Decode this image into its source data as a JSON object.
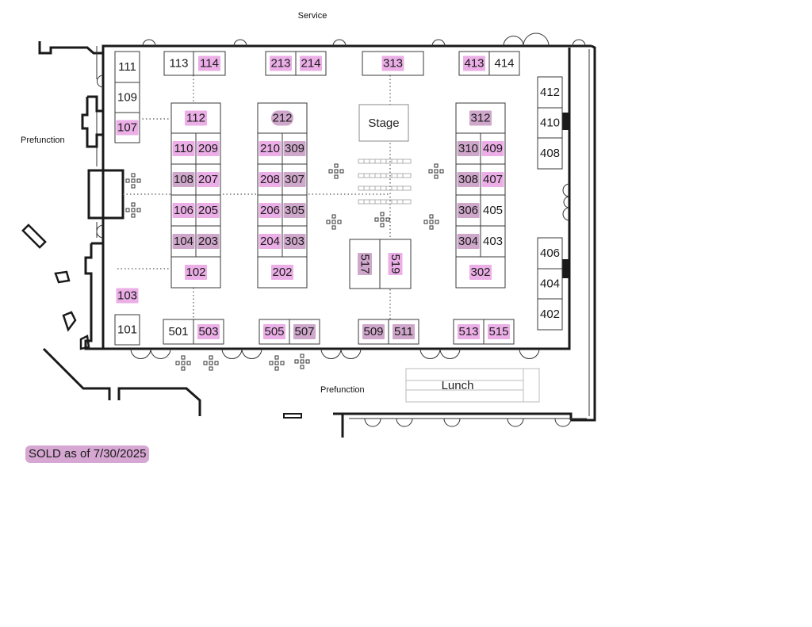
{
  "labels": {
    "service": "Service",
    "prefunction_left": "Prefunction",
    "prefunction_bottom": "Prefunction",
    "stage": "Stage",
    "lunch": "Lunch",
    "legend": "SOLD as of 7/30/2025"
  },
  "colors": {
    "sold_bright": "#ebaee6",
    "sold_muted": "#cfa7cb",
    "wall": "#1a1a1a"
  },
  "booths": [
    {
      "id": "111",
      "sold": ""
    },
    {
      "id": "109",
      "sold": ""
    },
    {
      "id": "107",
      "sold": "bright"
    },
    {
      "id": "103",
      "sold": "bright"
    },
    {
      "id": "101",
      "sold": ""
    },
    {
      "id": "113",
      "sold": ""
    },
    {
      "id": "114",
      "sold": "bright"
    },
    {
      "id": "213",
      "sold": "bright"
    },
    {
      "id": "214",
      "sold": "bright"
    },
    {
      "id": "313",
      "sold": "bright"
    },
    {
      "id": "413",
      "sold": "bright"
    },
    {
      "id": "414",
      "sold": ""
    },
    {
      "id": "112",
      "sold": "bright"
    },
    {
      "id": "110",
      "sold": "bright"
    },
    {
      "id": "209",
      "sold": "bright"
    },
    {
      "id": "108",
      "sold": "muted"
    },
    {
      "id": "207",
      "sold": "bright"
    },
    {
      "id": "106",
      "sold": "bright"
    },
    {
      "id": "205",
      "sold": "bright"
    },
    {
      "id": "104",
      "sold": "muted"
    },
    {
      "id": "203",
      "sold": "muted"
    },
    {
      "id": "102",
      "sold": "bright"
    },
    {
      "id": "212",
      "sold": "muted"
    },
    {
      "id": "210",
      "sold": "bright"
    },
    {
      "id": "309",
      "sold": "muted"
    },
    {
      "id": "208",
      "sold": "bright"
    },
    {
      "id": "307",
      "sold": "muted"
    },
    {
      "id": "206",
      "sold": "bright"
    },
    {
      "id": "305",
      "sold": "muted"
    },
    {
      "id": "204",
      "sold": "bright"
    },
    {
      "id": "303",
      "sold": "muted"
    },
    {
      "id": "202",
      "sold": "bright"
    },
    {
      "id": "517",
      "sold": "muted"
    },
    {
      "id": "519",
      "sold": "bright"
    },
    {
      "id": "312",
      "sold": "muted"
    },
    {
      "id": "310",
      "sold": "muted"
    },
    {
      "id": "409",
      "sold": "bright"
    },
    {
      "id": "308",
      "sold": "muted"
    },
    {
      "id": "407",
      "sold": "bright"
    },
    {
      "id": "306",
      "sold": "muted"
    },
    {
      "id": "405",
      "sold": ""
    },
    {
      "id": "304",
      "sold": "muted"
    },
    {
      "id": "403",
      "sold": ""
    },
    {
      "id": "302",
      "sold": "bright"
    },
    {
      "id": "412",
      "sold": ""
    },
    {
      "id": "410",
      "sold": ""
    },
    {
      "id": "408",
      "sold": ""
    },
    {
      "id": "406",
      "sold": ""
    },
    {
      "id": "404",
      "sold": ""
    },
    {
      "id": "402",
      "sold": ""
    },
    {
      "id": "501",
      "sold": ""
    },
    {
      "id": "503",
      "sold": "bright"
    },
    {
      "id": "505",
      "sold": "bright"
    },
    {
      "id": "507",
      "sold": "muted"
    },
    {
      "id": "509",
      "sold": "muted"
    },
    {
      "id": "511",
      "sold": "muted"
    },
    {
      "id": "513",
      "sold": "bright"
    },
    {
      "id": "515",
      "sold": "bright"
    }
  ]
}
